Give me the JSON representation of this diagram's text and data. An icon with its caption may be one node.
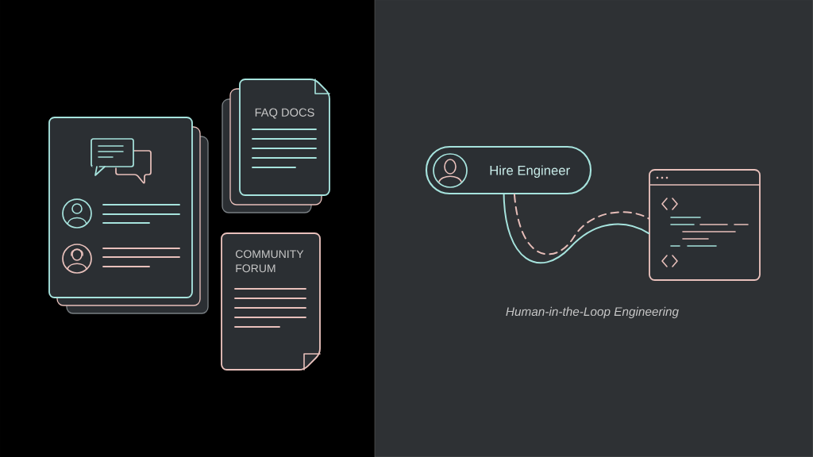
{
  "diagram": {
    "nodes": [
      {
        "text": [],
        "shape": "box"
      },
      {
        "text": [
          "FAQ DOCS"
        ]
      },
      {
        "text": [
          "COMMUNITY FORUM"
        ]
      },
      {
        "text": [
          "Hire Engineer"
        ]
      },
      {
        "text": [],
        "shape": "box"
      }
    ],
    "edges": [
      {
        "from": 3,
        "to": 4,
        "arrow": "none"
      },
      {
        "from": 3,
        "to": 4,
        "arrow": "none",
        "style": "dashed",
        "color": "#e6bdb8"
      }
    ],
    "labels": [
      "Human-in-the-Loop Engineering"
    ]
  }
}
